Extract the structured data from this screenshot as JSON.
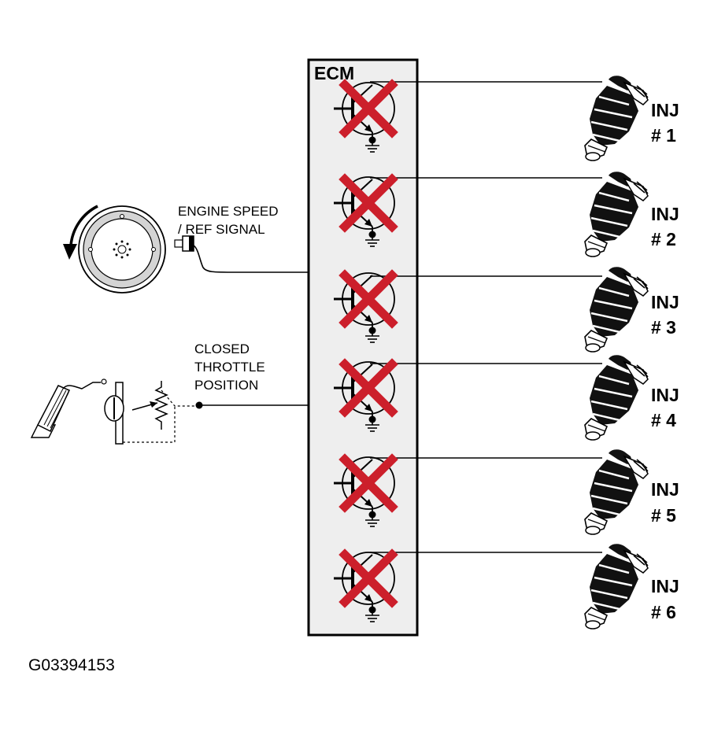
{
  "ecm": {
    "label": "ECM"
  },
  "sensors": {
    "engine_speed": {
      "line1": "ENGINE SPEED",
      "line2": "/ REF SIGNAL"
    },
    "throttle": {
      "line1": "CLOSED",
      "line2": "THROTTLE",
      "line3": "POSITION"
    }
  },
  "injectors": [
    {
      "name": "INJ",
      "number": "# 1"
    },
    {
      "name": "INJ",
      "number": "# 2"
    },
    {
      "name": "INJ",
      "number": "# 3"
    },
    {
      "name": "INJ",
      "number": "# 4"
    },
    {
      "name": "INJ",
      "number": "# 5"
    },
    {
      "name": "INJ",
      "number": "# 6"
    }
  ],
  "figure_id": "G03394153",
  "colors": {
    "cross": "#cc1f2b",
    "ecm_fill": "#eeeeee",
    "line": "#000000"
  }
}
